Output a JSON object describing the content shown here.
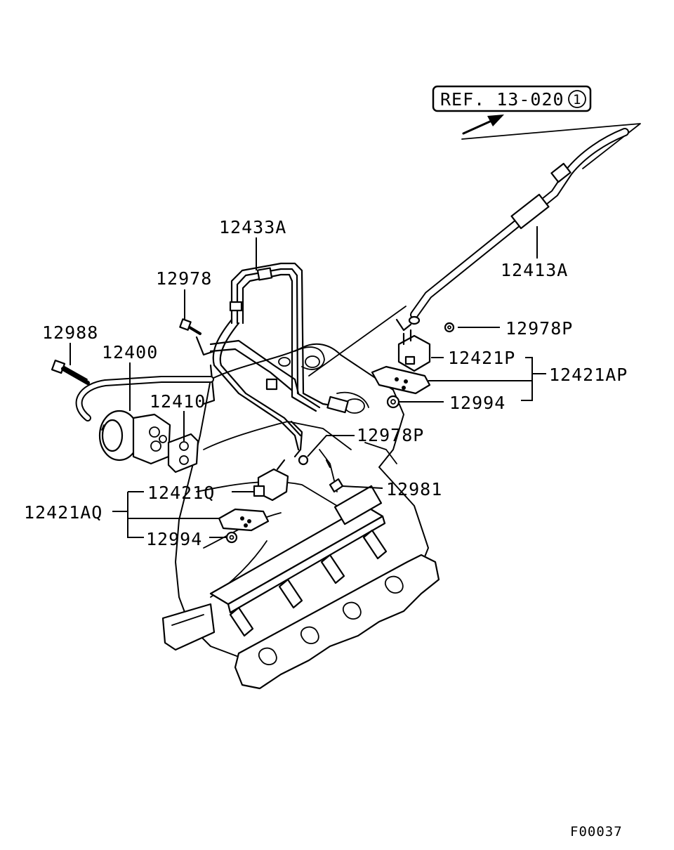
{
  "reference": {
    "label": "REF. 13-020",
    "circled_number": "1"
  },
  "callouts": {
    "p12433A": "12433A",
    "p12978": "12978",
    "p12988": "12988",
    "p12400": "12400",
    "p12410": "12410",
    "p12413A": "12413A",
    "p12978P_top": "12978P",
    "p12421P": "12421P",
    "p12421AP": "12421AP",
    "p12994_top": "12994",
    "p12978P_mid": "12978P",
    "p12981": "12981",
    "p12421Q": "12421Q",
    "p12421AQ": "12421AQ",
    "p12994_bottom": "12994"
  },
  "figure_code": "F00037"
}
